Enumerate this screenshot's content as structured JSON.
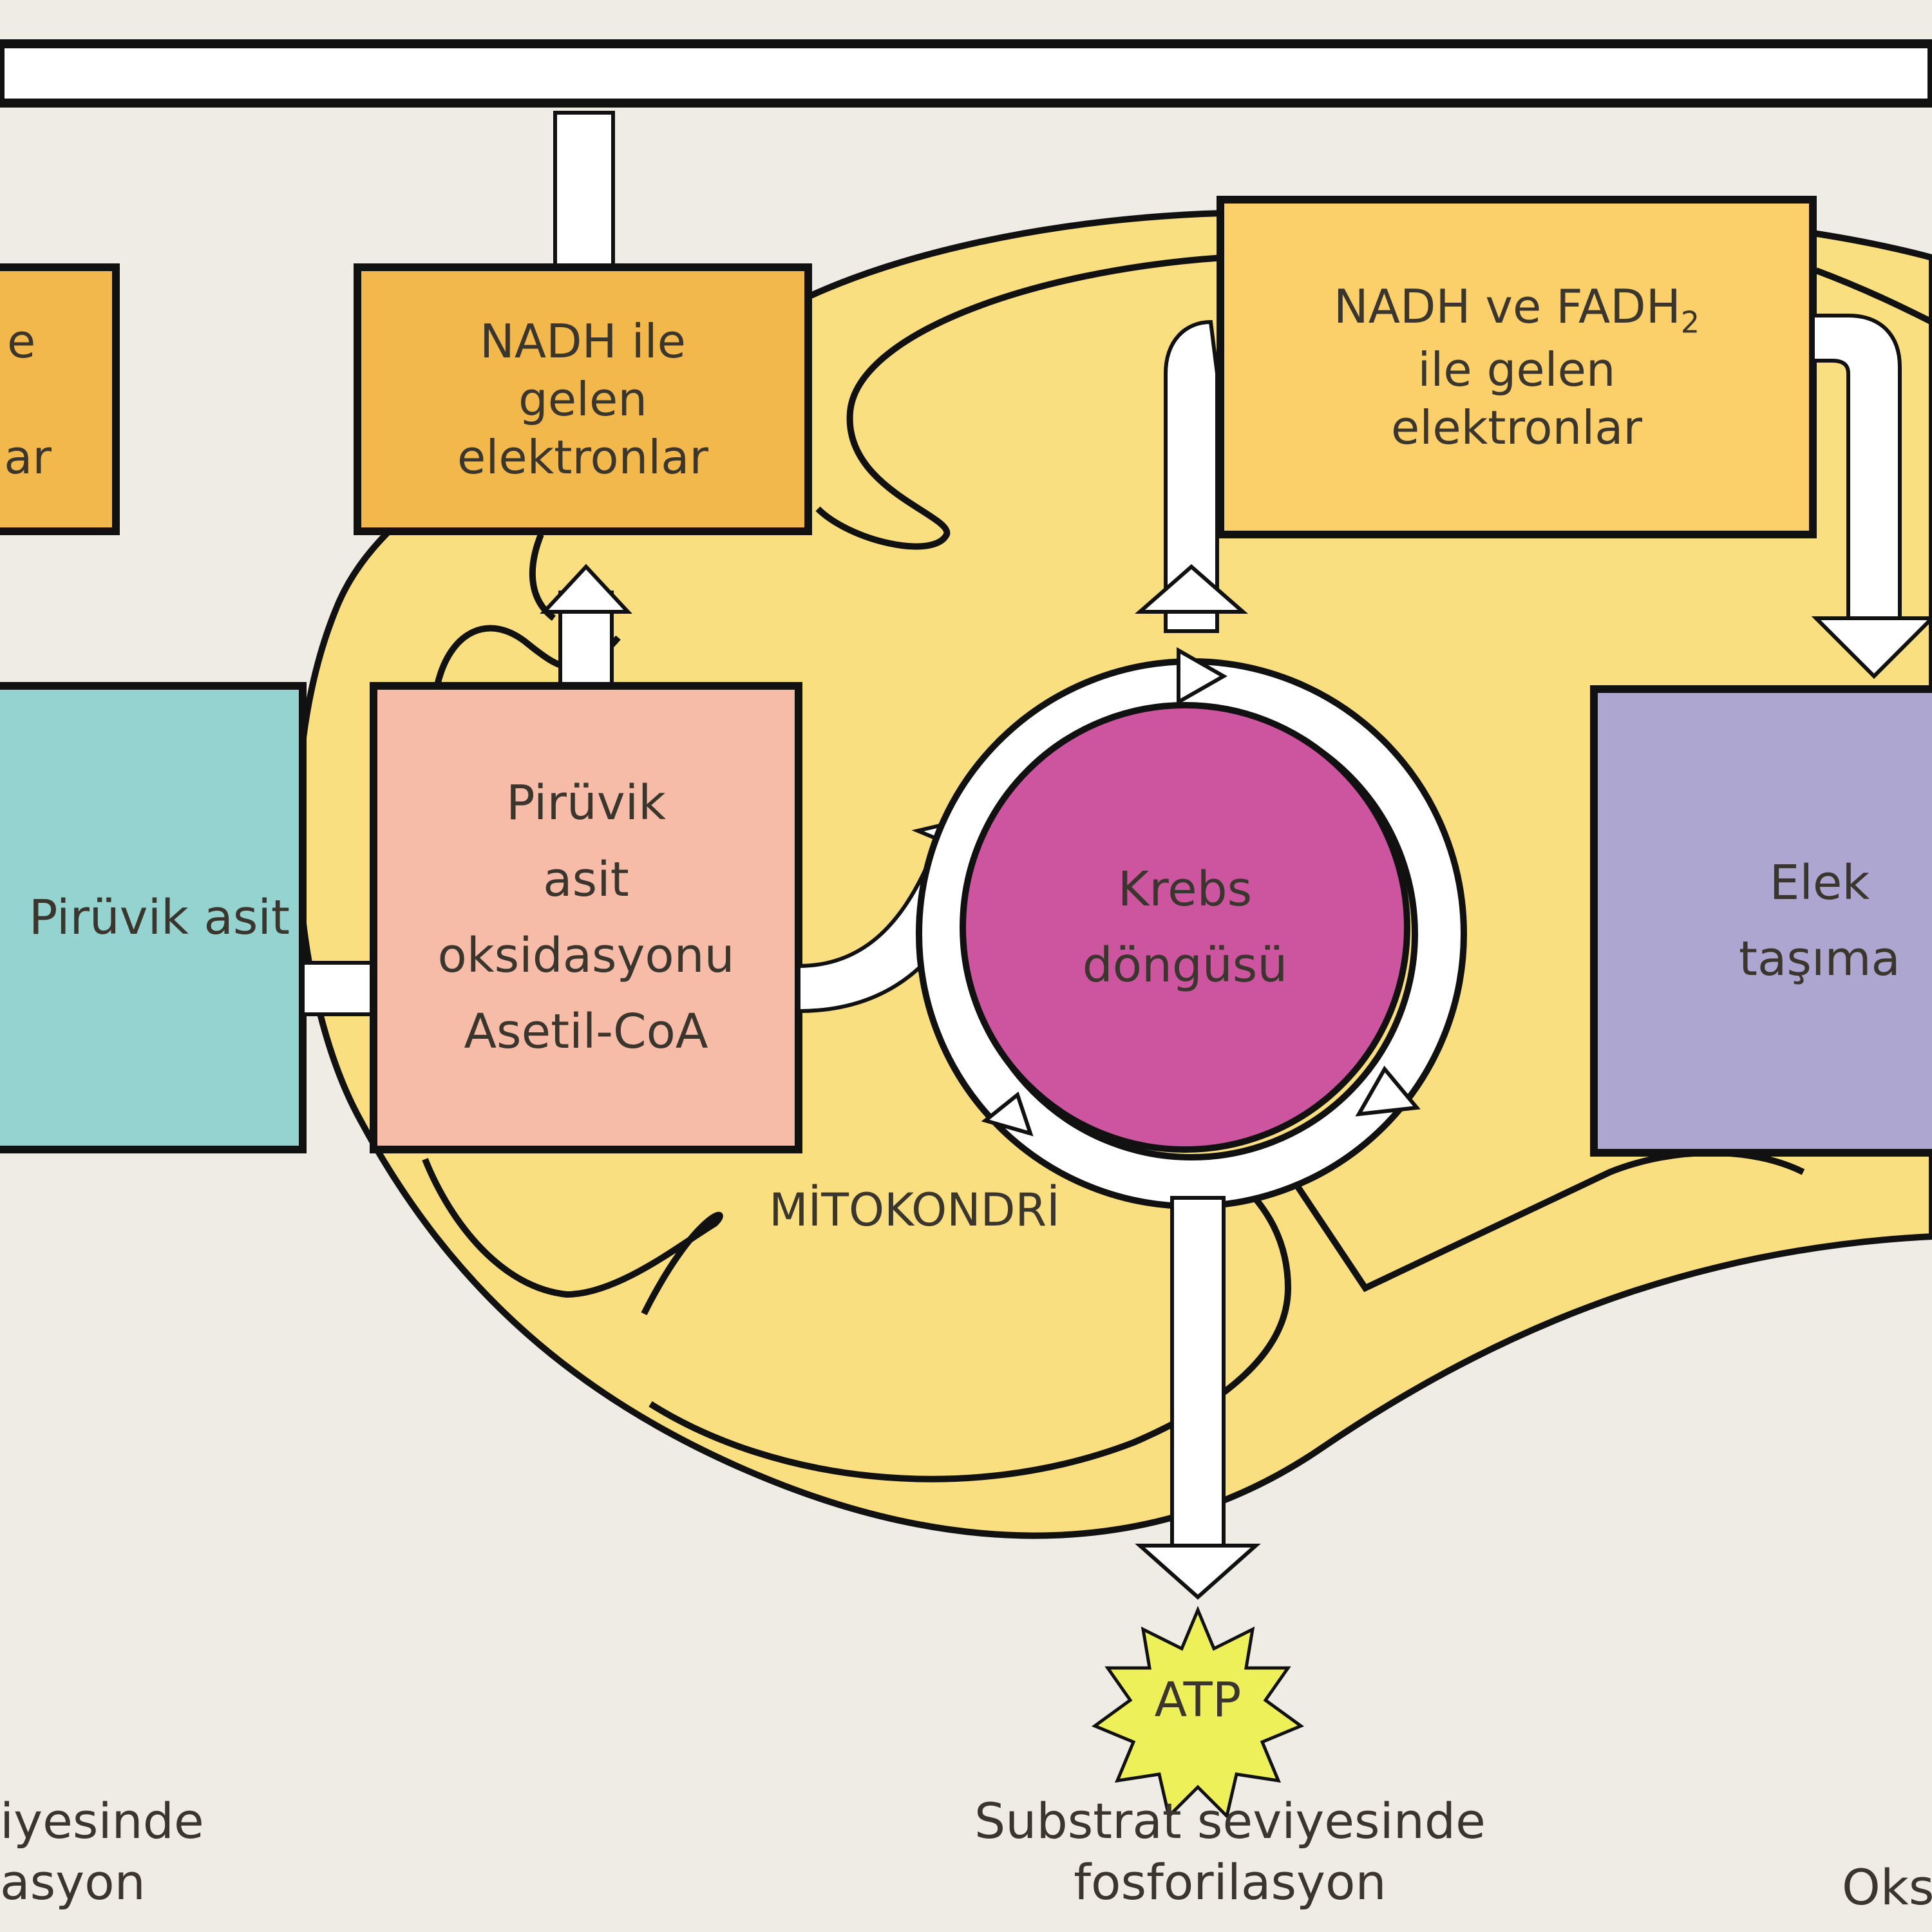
{
  "boxes": {
    "left_electrons_fragment": "e\n\nlar",
    "nadh_electrons": "NADH ile\ngelen\nelektronlar",
    "nadh_fadh2_electrons_line1": "NADH ve FADH",
    "nadh_fadh2_electrons_sub": "2",
    "nadh_fadh2_electrons_rest": "ile gelen\nelektronlar",
    "pyruvic_acid": "Pirüvik asit",
    "pyruvic_oxidation": "Pirüvik\nasit\noksidasyonu\nAsetil-CoA",
    "krebs_cycle": "Krebs\ndöngüsü",
    "electron_transport_fragment": "Elek\ntaşıma"
  },
  "labels": {
    "mitochondrion": "MİTOKONDRİ",
    "atp": "ATP",
    "substrate_phosphorylation": "Substrat seviyesinde\nfosforilasyon",
    "left_phosphorylation_fragment": "iyesinde\nasyon",
    "right_phosphorylation_fragment": "Oks"
  },
  "colors": {
    "background": "#efece6",
    "mitochondrion_fill": "#f9df80",
    "electron_box_dark": "#f3b84b",
    "electron_box_light": "#fbcf6a",
    "pyruvic_box": "#94d3d0",
    "oxidation_box": "#f7bca8",
    "krebs_circle": "#cd55a0",
    "electron_transport_box": "#aca6d0",
    "atp_burst": "#eef05a",
    "outline": "#111111",
    "arrow_fill": "#ffffff"
  }
}
